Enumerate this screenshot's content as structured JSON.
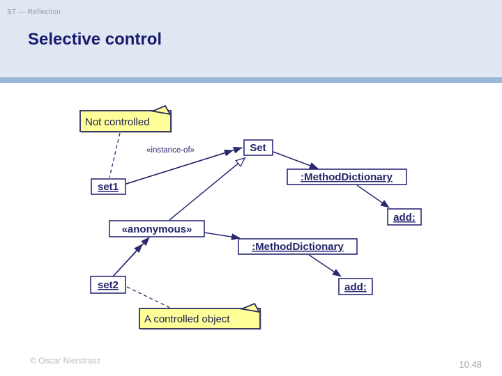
{
  "header": {
    "course": "ST — Reflection",
    "title": "Selective control"
  },
  "footer": {
    "copyright": "© Oscar Nierstrasz",
    "page": "10.48"
  },
  "diagram": {
    "notes": {
      "not_controlled": "Not controlled",
      "controlled_object": "A controlled object"
    },
    "nodes": {
      "set1": "set1",
      "set_class": "Set",
      "md1": ":MethodDictionary",
      "add1": "add:",
      "anonymous": "«anonymous»",
      "md2": ":MethodDictionary",
      "add2": "add:",
      "set2": "set2"
    },
    "labels": {
      "instance_of": "«instance-of»"
    },
    "colors": {
      "ink": "#28286e",
      "note_fill": "#ffff99",
      "box_fill": "#ffffff",
      "band": "#9cb7d8",
      "header_bg": "#dfe8f2",
      "title_color": "#1a1a6e"
    }
  }
}
